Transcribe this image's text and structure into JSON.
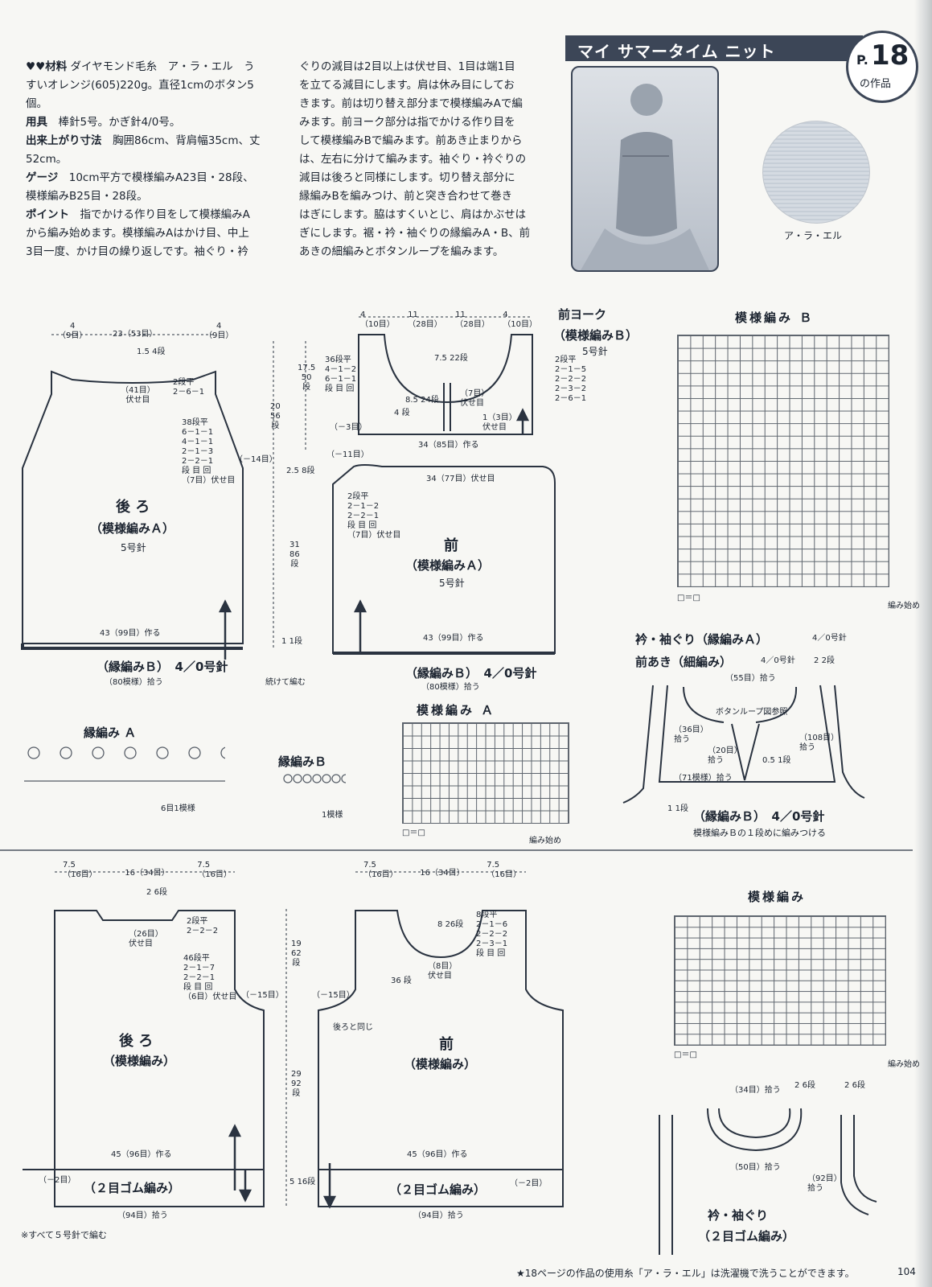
{
  "header": {
    "title": "マイ サマータイム ニット",
    "page_p": "P.",
    "page_num": "18",
    "page_suffix": "の作品",
    "yarn_caption": "ア・ラ・エル"
  },
  "intro_left": [
    {
      "label": "♥♥材料",
      "text": "ダイヤモンド毛糸　ア・ラ・エル　う"
    },
    {
      "label": "",
      "text": "すいオレンジ(605)220g。直径1cmのボタン5"
    },
    {
      "label": "",
      "text": "個。"
    },
    {
      "label": "用具",
      "text": "棒針5号。かぎ針4/0号。"
    },
    {
      "label": "出来上がり寸法",
      "text": "胸囲86cm、背肩幅35cm、丈"
    },
    {
      "label": "",
      "text": "52cm。"
    },
    {
      "label": "ゲージ",
      "text": "10cm平方で模様編みA23目・28段、"
    },
    {
      "label": "",
      "text": "模様編みB25目・28段。"
    },
    {
      "label": "ポイント",
      "text": "指でかける作り目をして模様編みA"
    },
    {
      "label": "",
      "text": "から編み始めます。模様編みAはかけ目、中上"
    },
    {
      "label": "",
      "text": "3目一度、かけ目の繰り返しです。袖ぐり・衿"
    }
  ],
  "intro_right": [
    "ぐりの減目は2目以上は伏せ目、1目は端1目",
    "を立てる減目にします。肩は休み目にしてお",
    "きます。前は切り替え部分まで模様編みAで編",
    "みます。前ヨーク部分は指でかける作り目を",
    "して模様編みBで編みます。前あき止まりから",
    "は、左右に分けて編みます。袖ぐり・衿ぐりの",
    "減目は後ろと同様にします。切り替え部分に",
    "縁編みBを編みつけ、前と突き合わせて巻き",
    "はぎにします。脇はすくいとじ、肩はかぶせは",
    "ぎにします。裾・衿・袖ぐりの縁編みA・B、前",
    "あきの細編みとボタンループを編みます。"
  ],
  "top_section": {
    "back": {
      "title": "後 ろ",
      "stitch": "（模様編みＡ）",
      "needle": "5号針",
      "width_top": [
        "4",
        "（9目）",
        "23（53目）",
        "4",
        "（9目）"
      ],
      "neck": [
        "1.5",
        "4",
        "段",
        "（41目）",
        "伏せ目",
        "2段平",
        "2－6－1"
      ],
      "armhole": [
        "38段平",
        "6－1－1",
        "4－1－1",
        "2－1－3",
        "2－2－1",
        "段 目 回",
        "（7目）伏せ目",
        "（－14目）"
      ],
      "cast_on": "43（99目）作る",
      "edge": "（縁編みＢ）　4／0号針",
      "pickup": "（80模様）拾う"
    },
    "heights": [
      "17.5",
      "50",
      "段",
      "20",
      "56",
      "段",
      "2.5",
      "8",
      "段",
      "31",
      "86",
      "段",
      "1",
      "1",
      "段",
      "続けて編む"
    ],
    "yoke": {
      "title": "前ヨーク",
      "stitch": "（模様編みＢ）",
      "needle": "5号針",
      "width_top": [
        "4",
        "（10目）",
        "11",
        "（28目）",
        "11",
        "（28目）",
        "4",
        "（10目）"
      ],
      "neck": [
        "36段平",
        "4－1－2",
        "6－1－1",
        "段 目 回",
        "7.5",
        "22",
        "段",
        "24",
        "8.5",
        "段",
        "（7目）",
        "伏せ目",
        "1（3目）",
        "伏せ目",
        "4",
        "段",
        "（－3目）"
      ],
      "shoulder": [
        "2段平",
        "2－1－5",
        "2－2－2",
        "2－3－2",
        "2－6－1"
      ],
      "cast_on": "34（85目）作る"
    },
    "front": {
      "title": "前",
      "stitch": "（模様編みＡ）",
      "needle": "5号針",
      "top": "34（77目）伏せ目",
      "dec_left": "（－11目）",
      "armhole": [
        "2段平",
        "2－1－2",
        "2－2－1",
        "段 目 回",
        "（7目）伏せ目"
      ],
      "cast_on": "43（99目）作る",
      "edge": "（縁編みＢ）　4／0号針",
      "pickup": "（80模様）拾う"
    },
    "chart_b": {
      "title": "模様編み Ｂ",
      "legend": "□＝□",
      "start": "編み始め"
    },
    "edge_a": {
      "title": "縁編み Ａ",
      "repeat": "6目1模様"
    },
    "edge_b": {
      "title": "縁編みＢ",
      "repeat": "1模様"
    },
    "chart_a": {
      "title": "模様編み Ａ",
      "legend": "□＝□",
      "start": "編み始め"
    },
    "neck_arm": {
      "title": "衿・袖ぐり（縁編みＡ）",
      "needle1": "4／0号針",
      "title2": "前あき（細編み）",
      "needle2": "4／0号針",
      "labels": [
        "（55目）拾う",
        "2",
        "2",
        "段",
        "ボタンループ図参照",
        "（36目）",
        "拾う",
        "（108目）",
        "拾う",
        "（20目）",
        "拾う",
        "0.5",
        "1",
        "段",
        "（71模様）拾う",
        "1",
        "1",
        "段"
      ],
      "edge": "（縁編みＢ）　4／0号針",
      "note": "模様編みＢの１段めに編みつける"
    }
  },
  "bottom_section": {
    "back": {
      "title": "後 ろ",
      "stitch": "（模様編み）",
      "width_top": [
        "7.5",
        "（16目）",
        "16（34目）",
        "7.5",
        "（16目）"
      ],
      "neck": [
        "2",
        "6",
        "段",
        "（26目）",
        "伏せ目",
        "2段平",
        "2－2－2"
      ],
      "armhole": [
        "46段平",
        "2－1－7",
        "2－2－1",
        "段 目 回",
        "（6目）伏せ目",
        "（－15目）"
      ],
      "cast_on": "45（96目）作る",
      "rib": "（２目ゴム編み）",
      "dec": "（－2目）",
      "pickup": "（94目）拾う",
      "note": "※すべて５号針で編む"
    },
    "heights": [
      "19",
      "62",
      "段",
      "29",
      "92",
      "段",
      "5",
      "16",
      "段"
    ],
    "front": {
      "title": "前",
      "stitch": "（模様編み）",
      "width_top": [
        "7.5",
        "（16目）",
        "16（34目）",
        "7.5",
        "（16目）"
      ],
      "neck": [
        "8",
        "26",
        "段",
        "8段平",
        "2－1－6",
        "2－2－2",
        "2－3－1",
        "段 目 回",
        "（8目）",
        "伏せ目",
        "36",
        "段"
      ],
      "dec": "（－15目）",
      "same": "後ろと同じ",
      "cast_on": "45（96目）作る",
      "rib": "（２目ゴム編み）",
      "dec2": "（－2目）",
      "pickup": "（94目）拾う"
    },
    "chart": {
      "title": "模様編み",
      "legend": "□＝□",
      "start": "編み始め"
    },
    "neck_arm": {
      "title": "衿・袖ぐり",
      "stitch": "（２目ゴム編み）",
      "labels": [
        "（34目）拾う",
        "2",
        "6",
        "段",
        "2",
        "6",
        "段",
        "（50目）拾う",
        "（92目）",
        "拾う"
      ]
    }
  },
  "footer": {
    "text": "★18ページの作品の使用糸「ア・ラ・エル」は洗濯機で洗うことができます。",
    "page": "104"
  }
}
